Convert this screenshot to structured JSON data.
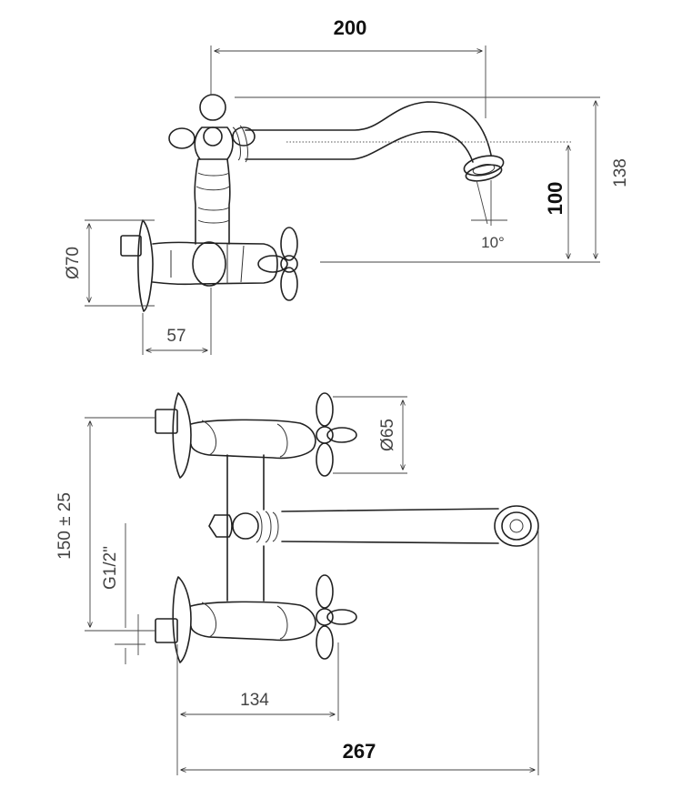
{
  "dimensions": {
    "top_width": "200",
    "height_total": "138",
    "height_spout": "100",
    "spout_angle": "10°",
    "flange_dia": "Ø70",
    "wall_depth": "57",
    "handle_dia": "Ø65",
    "centers": "150 ± 25",
    "thread": "G1/2\"",
    "handle_reach": "134",
    "total_reach": "267"
  }
}
